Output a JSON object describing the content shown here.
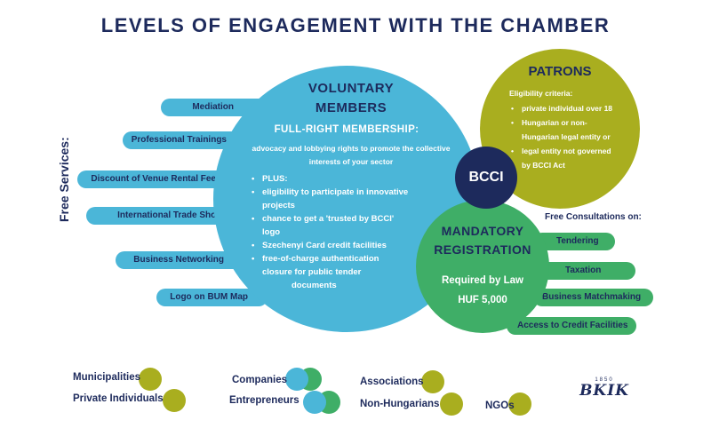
{
  "title": "LEVELS OF ENGAGEMENT WITH THE CHAMBER",
  "colors": {
    "navy": "#1d2a5c",
    "blue": "#4bb6d8",
    "green": "#3fae67",
    "olive": "#a9ae1f"
  },
  "free_services": {
    "label": "Free Services:",
    "items": [
      "Mediation",
      "Professional Trainings",
      "Discount of Venue Rental Fee",
      "International Trade Show",
      "Business Networking",
      "Logo on BUM Map"
    ]
  },
  "voluntary": {
    "heading_line1": "VOLUNTARY",
    "heading_line2": "MEMBERS",
    "subheading": "FULL-RIGHT MEMBERSHIP:",
    "desc_line1": "advocacy and lobbying rights to promote the collective",
    "desc_line2": "interests of your sector",
    "list": [
      "PLUS:",
      "eligibility to participate in innovative",
      "projects",
      "chance to get a 'trusted by BCCI'",
      "logo",
      "Szechenyi Card credit facilities",
      "free-of-charge authentication",
      "closure for public tender",
      "documents"
    ]
  },
  "patrons": {
    "heading": "PATRONS",
    "criteria_label": "Eligibility criteria:",
    "list": [
      "private individual over 18",
      "Hungarian or non-",
      "Hungarian legal entity or",
      "legal entity not governed",
      "by BCCI Act"
    ]
  },
  "bcci": "BCCI",
  "mandatory": {
    "heading_line1": "MANDATORY",
    "heading_line2": "REGISTRATION",
    "required": "Required by Law",
    "fee": "HUF 5,000"
  },
  "consultations": {
    "label": "Free Consultations on:",
    "items": [
      "Tendering",
      "Taxation",
      "Business Matchmaking",
      "Access to Credit Facilities"
    ]
  },
  "legend": [
    "Municipalities",
    "Private Individuals",
    "Companies",
    "Entrepreneurs",
    "Associations",
    "Non-Hungarians",
    "NGOs"
  ],
  "logo": {
    "text": "BKIK",
    "sub": "1850"
  }
}
